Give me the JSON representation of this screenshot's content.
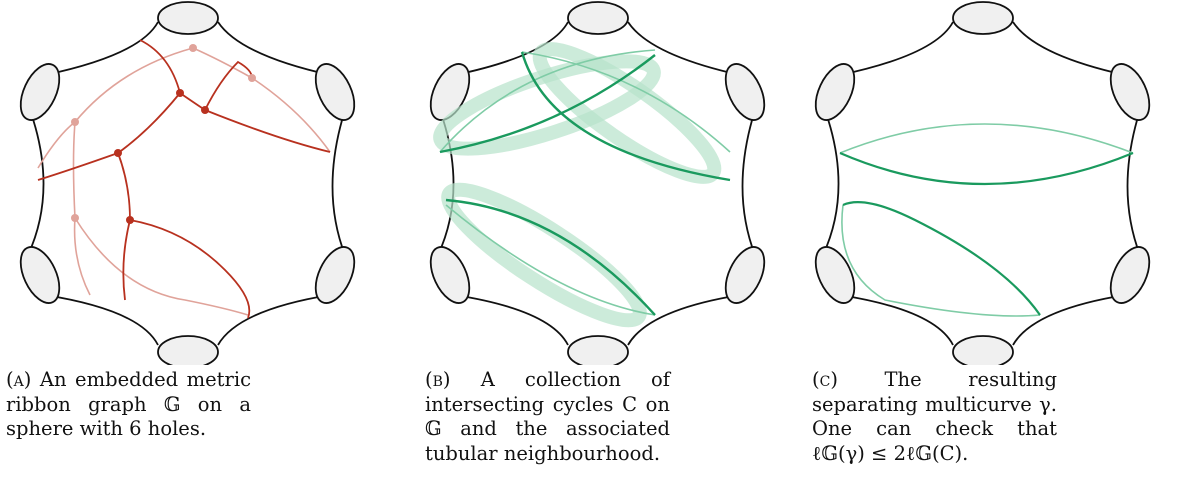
{
  "panels": [
    {
      "tag": "(a)",
      "caption": "An embedded metric ribbon graph 𝔾 on a sphere with 6 holes."
    },
    {
      "tag": "(b)",
      "caption": "A collection of intersecting cycles C on 𝔾 and the associated tubular neighbourhood."
    },
    {
      "tag": "(c)",
      "caption": "The resulting separating multicurve γ. One can check that ℓ𝔾(γ) ≤ 2ℓ𝔾(C)."
    }
  ],
  "colors": {
    "outline": "#111111",
    "hole_fill": "#f0f0f0",
    "graph_dark": "#b8311f",
    "graph_light": "#e0a39a",
    "cycle_dark": "#1a9a5e",
    "cycle_light": "#7fcca6",
    "tube": "#b7e3ca"
  }
}
